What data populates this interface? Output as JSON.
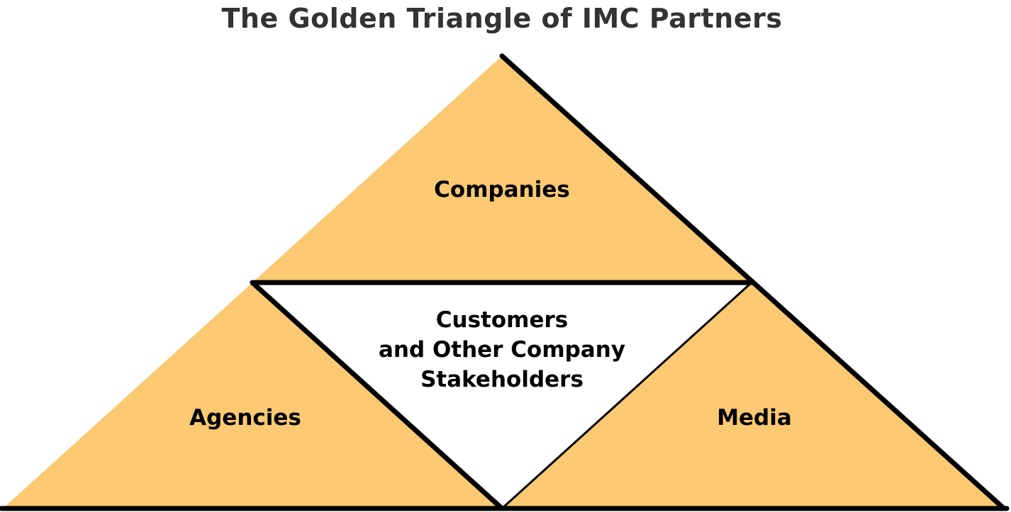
{
  "title": "The Golden Triangle of IMC Partners",
  "colors": {
    "segment_fill": "#FBC972",
    "center_fill": "#FFFFFF",
    "outline": "#000000",
    "title": "#333333"
  },
  "segments": {
    "top": {
      "label": "Companies"
    },
    "left": {
      "label": "Agencies"
    },
    "right": {
      "label": "Media"
    },
    "center": {
      "label_lines": [
        "Customers",
        "and Other Company",
        "Stakeholders"
      ]
    }
  }
}
